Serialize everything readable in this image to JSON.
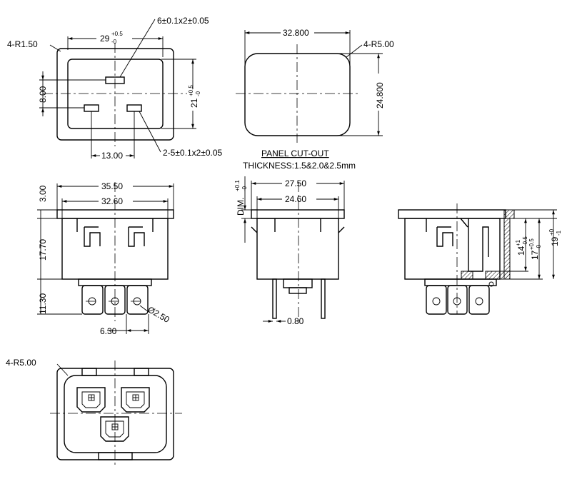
{
  "front_view": {
    "corner_radius": "4-R1.50",
    "width": "29",
    "width_tol_upper": "+0.5",
    "width_tol_lower": "-0",
    "top_pin": "6±0.1x2±0.05",
    "pin_row_offset": "8.00",
    "height": "21",
    "height_tol_upper": "+0.5",
    "height_tol_lower": "-0",
    "pin_spacing": "13.00",
    "side_pins": "2-5±0.1x2±0.05"
  },
  "panel_cutout": {
    "width": "32.800",
    "height": "24.800",
    "corner_radius": "4-R5.00",
    "title": "PANEL CUT-OUT",
    "thickness": "THICKNESS:1.5&2.0&2.5mm"
  },
  "side_view": {
    "flange_width": "35.50",
    "body_width": "32.60",
    "flange_height": "3.00",
    "body_height": "17.70",
    "terminal_height": "11.30",
    "terminal_pitch": "6.30",
    "hole_diameter": "Ø2.50"
  },
  "end_view": {
    "flange_width": "27.50",
    "body_width": "24.60",
    "dim_label": "DIM.",
    "dim_tol_upper": "+0.1",
    "dim_tol_lower": "-0",
    "pin_thickness": "0.80"
  },
  "section_view": {
    "dim_a": "14",
    "dim_a_tol_upper": "+1",
    "dim_a_tol_lower": "-0.5",
    "dim_b": "17",
    "dim_b_tol_upper": "+0.5",
    "dim_b_tol_lower": "-0",
    "dim_c": "19",
    "dim_c_tol_upper": "+0",
    "dim_c_tol_lower": "-1"
  },
  "rear_view": {
    "corner_radius": "4-R5.00"
  }
}
